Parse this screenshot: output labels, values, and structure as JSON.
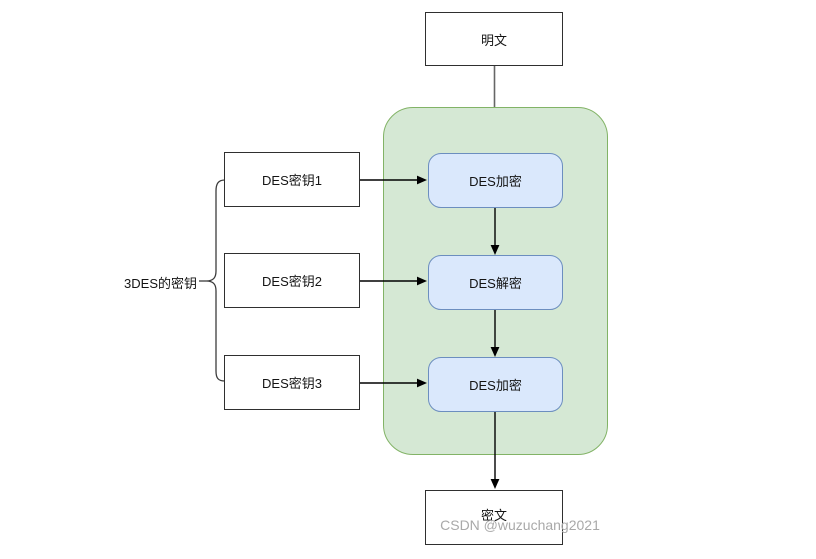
{
  "diagram": {
    "title_hint": "3DES encryption flow",
    "plaintext": {
      "label": "明文"
    },
    "ciphertext": {
      "label": "密文"
    },
    "brace_label": "3DES的密钥",
    "keys": [
      {
        "label": "DES密钥1"
      },
      {
        "label": "DES密钥2"
      },
      {
        "label": "DES密钥3"
      }
    ],
    "steps": [
      {
        "label": "DES加密"
      },
      {
        "label": "DES解密"
      },
      {
        "label": "DES加密"
      }
    ],
    "colors": {
      "container_fill": "#d5e8d4",
      "container_border": "#82b366",
      "process_fill": "#dae8fc",
      "process_border": "#6c8ebf",
      "node_border": "#2f2f2f",
      "connector_black": "#000000",
      "connector_gray": "#666666",
      "watermark_text": "#a9a9a9"
    }
  },
  "watermark": {
    "text": "CSDN @wuzuchang2021"
  }
}
